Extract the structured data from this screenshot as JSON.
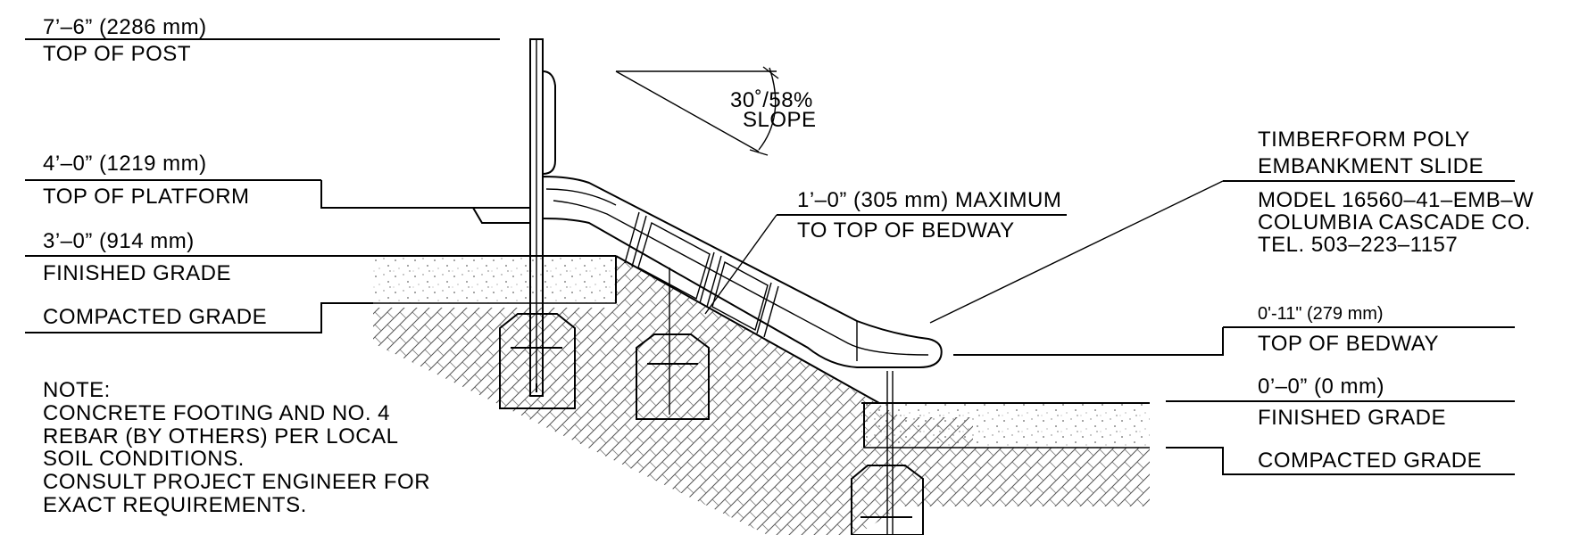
{
  "left": {
    "post_elev": "7’–6” (2286 mm)",
    "post_label": "TOP OF POST",
    "platform_elev": "4’–0” (1219 mm)",
    "platform_label": "TOP OF PLATFORM",
    "grade_elev": "3’–0” (914 mm)",
    "grade_label": "FINISHED GRADE",
    "compacted_label": "COMPACTED GRADE"
  },
  "slope": {
    "angle": "30˚/58%",
    "word": "SLOPE"
  },
  "bedway_max": {
    "line1": "1’–0” (305 mm) MAXIMUM",
    "line2": "TO TOP OF BEDWAY"
  },
  "product": {
    "line1": "TIMBERFORM POLY",
    "line2": "EMBANKMENT SLIDE",
    "line3": "MODEL 16560–41–EMB–W",
    "line4": "COLUMBIA CASCADE CO.",
    "line5": "TEL. 503–223–1157"
  },
  "right": {
    "bedway_elev": "0'-11\" (279 mm)",
    "bedway_label": "TOP OF BEDWAY",
    "grade_elev": "0’–0” (0 mm)",
    "grade_label": "FINISHED GRADE",
    "compacted_label": "COMPACTED GRADE"
  },
  "note": {
    "title": "NOTE:",
    "lines": [
      "CONCRETE FOOTING AND NO. 4",
      "REBAR (BY OTHERS) PER LOCAL",
      "SOIL CONDITIONS.",
      "CONSULT PROJECT ENGINEER FOR",
      "EXACT REQUIREMENTS."
    ]
  }
}
